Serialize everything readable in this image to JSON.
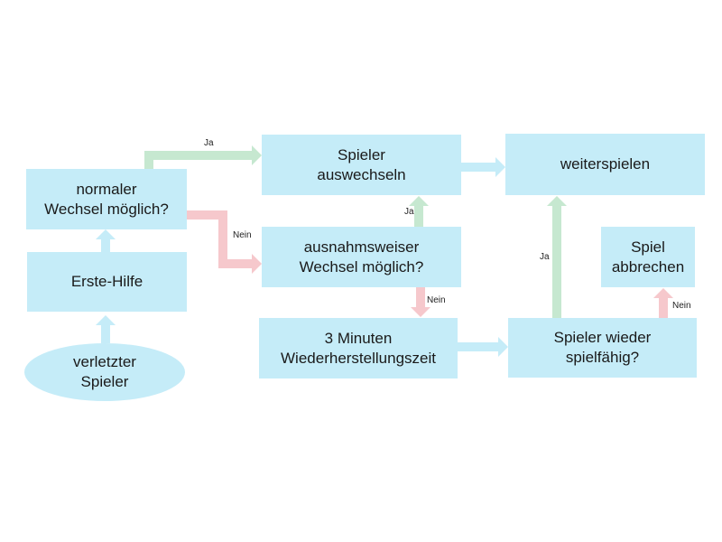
{
  "colors": {
    "box": "#c5ecf8",
    "arrow_neutral": "#c5ecf8",
    "arrow_yes": "#c6e8d0",
    "arrow_no": "#f6c8cc"
  },
  "nodes": {
    "verletzter_spieler": "verletzter\nSpieler",
    "erste_hilfe": "Erste-Hilfe",
    "normaler_wechsel": "normaler\nWechsel möglich?",
    "spieler_auswechseln": "Spieler\nauswechseln",
    "ausnahmsweiser_wechsel": "ausnahmsweiser\nWechsel möglich?",
    "wiederherstellungszeit": "3 Minuten\nWiederherstellungszeit",
    "weiterspielen": "weiterspielen",
    "spieler_wieder_spielfaehig": "Spieler wieder\nspielfähig?",
    "spiel_abbrechen": "Spiel\nabbrechen"
  },
  "edge_labels": {
    "ja_auswechseln": "Ja",
    "nein_ausnahme": "Nein",
    "ja_ausnahme": "Ja",
    "nein_wiederherstellung": "Nein",
    "ja_weiterspielen": "Ja",
    "nein_abbrechen": "Nein"
  }
}
